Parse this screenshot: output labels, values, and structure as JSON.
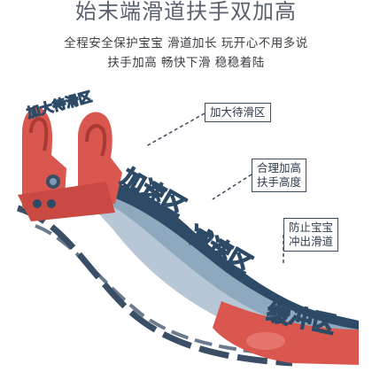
{
  "header": {
    "title": "始末端滑道扶手双加高",
    "desc_line1": "全程安全保护宝宝 滑道加长 玩开心不用多说",
    "desc_line2": "扶手加高 畅快下滑 稳稳着陆"
  },
  "labels": {
    "slide_area_top": "加大待滑区",
    "accel_zone": "加速区",
    "decel_zone": "减速区",
    "buffer_zone": "缓冲区"
  },
  "callouts": {
    "waiting_area": "加大待滑区",
    "handrail_line1": "合理加高",
    "handrail_line2": "扶手高度",
    "guard_line1": "防止宝宝",
    "guard_line2": "冲出滑道"
  },
  "colors": {
    "slide_red": "#d9574f",
    "slide_blue": "#7f9bb1",
    "rail_navy": "#2d4a67",
    "text_gray": "#5a6270"
  }
}
